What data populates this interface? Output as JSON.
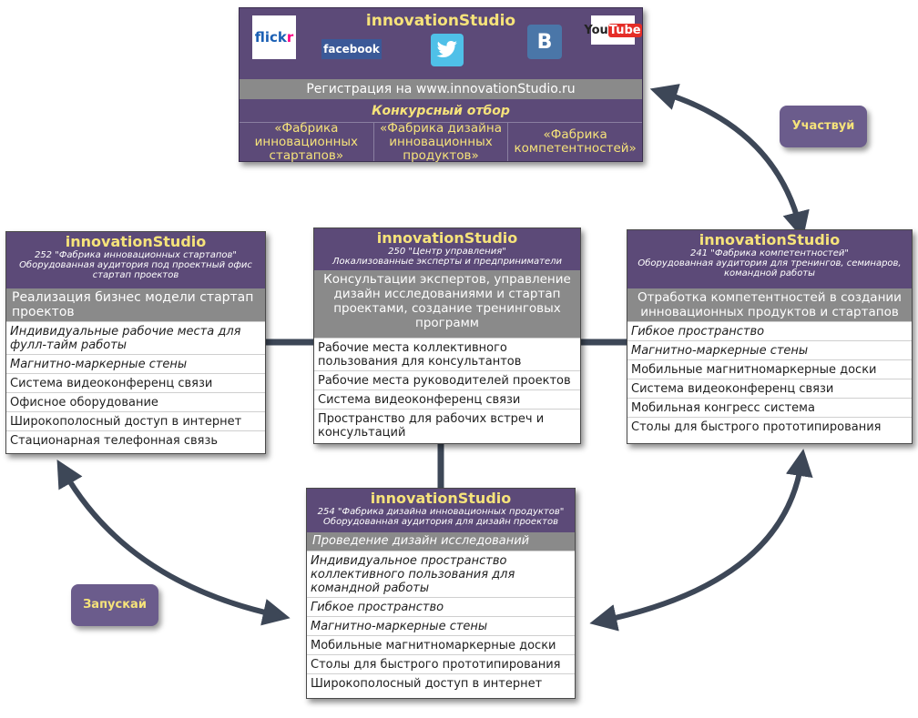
{
  "top": {
    "title": "innovationStudio",
    "logos": {
      "flickr": "flickr",
      "facebook": "facebook",
      "youtube_you": "You",
      "youtube_tube": "Tube",
      "vk": "B"
    },
    "registration": "Регистрация на www.innovationStudio.ru",
    "contest": "Конкурсный отбор",
    "columns": [
      "«Фабрика инновационных стартапов»",
      "«Фабрика дизайна инновационных продуктов»",
      "«Фабрика компетентностей»"
    ]
  },
  "tags": {
    "participate": "Участвуй",
    "launch": "Запускай"
  },
  "left": {
    "title": "innovationStudio",
    "sub1": "252 \"Фабрика инновационных стартапов\"",
    "sub2": "Оборудованная аудитория под проектный офис стартап проектов",
    "header": "Реализация бизнес модели стартап проектов",
    "rows": [
      "Индивидуальные рабочие места для фулл-тайм работы",
      "Магнитно-маркерные стены",
      "Система видеоконференц связи",
      "Офисное оборудование",
      "Широкополосный доступ в интернет",
      "Стационарная телефонная связь"
    ]
  },
  "center": {
    "title": "innovationStudio",
    "sub1": "250 \"Центр управления\"",
    "sub2": "Локализованные эксперты и предприниматели",
    "header": "Консультации экспертов, управление дизайн исследованиями и стартап проектами, создание тренинговых программ",
    "rows": [
      "Рабочие места коллективного пользования для консультантов",
      "Рабочие места руководителей проектов",
      "Система видеоконференц связи",
      "Пространство для рабочих встреч и консультаций"
    ]
  },
  "right": {
    "title": "innovationStudio",
    "sub1": "241 \"Фабрика компетентностей\"",
    "sub2": "Оборудованная аудитория для тренингов, семинаров, командной работы",
    "header": "Отработка компетентностей в создании инновационных продуктов и стартапов",
    "rows": [
      "Гибкое пространство",
      "Магнитно-маркерные стены",
      "Мобильные магнитномаркерные доски",
      "Система видеоконференц связи",
      "Мобильная конгресс система",
      "Столы для быстрого прототипирования"
    ]
  },
  "bottom": {
    "title": "innovationStudio",
    "sub1": "254 \"Фабрика дизайна инновационных продуктов\"",
    "sub2": "Оборудованная аудитория для дизайн проектов",
    "header": "Проведение дизайн исследований",
    "rows": [
      "Индивидуальное пространство коллективного пользования для командной работы",
      "Гибкое пространство",
      "Магнитно-маркерные стены",
      "Мобильные магнитномаркерные доски",
      "Столы для быстрого прототипирования",
      "Широкополосный доступ в интернет"
    ]
  }
}
